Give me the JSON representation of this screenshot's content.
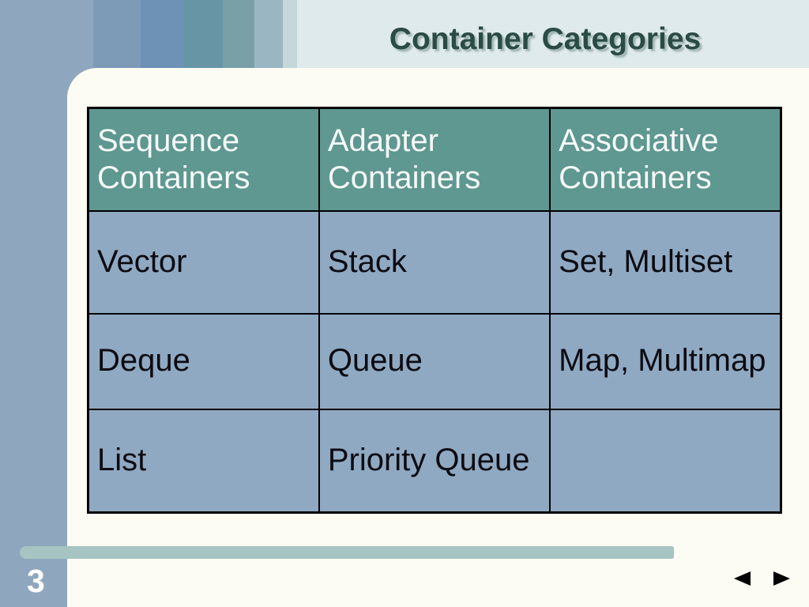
{
  "slide": {
    "title": "Container Categories",
    "page_number": "3"
  },
  "table": {
    "headers": [
      "Sequence Containers",
      "Adapter Containers",
      "Associative Containers"
    ],
    "rows": [
      [
        "Vector",
        "Stack",
        "Set, Multiset"
      ],
      [
        "Deque",
        "Queue",
        "Map, Multimap"
      ],
      [
        "List",
        "Priority Queue",
        ""
      ]
    ]
  },
  "navigation": {
    "prev_icon": "left-triangle-arrow",
    "next_icon": "right-triangle-arrow"
  },
  "colors": {
    "base-strip": "#8EA7BE",
    "content-bg": "#FCFCF4",
    "top-band": "#DFEAEC",
    "stripe-2": "#7D9AB6",
    "stripe-3": "#6E92B6",
    "stripe-4": "#6895A6",
    "stripe-5": "#79A0A7",
    "stripe-6": "#9BB6C3",
    "stripe-7": "#C4D7D9",
    "title-text": "#2B4B45",
    "title-shadow": "#9FB5B3",
    "header-bg": "#5F9791",
    "header-text": "#F5FAF8",
    "cell-bg": "#90A9C2",
    "cell-text": "#0B0B12",
    "table-border": "#000000",
    "accent-bar": "#A6C4C1",
    "page-number-text": "#FFFFFF",
    "nav-arrow": "#000000"
  }
}
